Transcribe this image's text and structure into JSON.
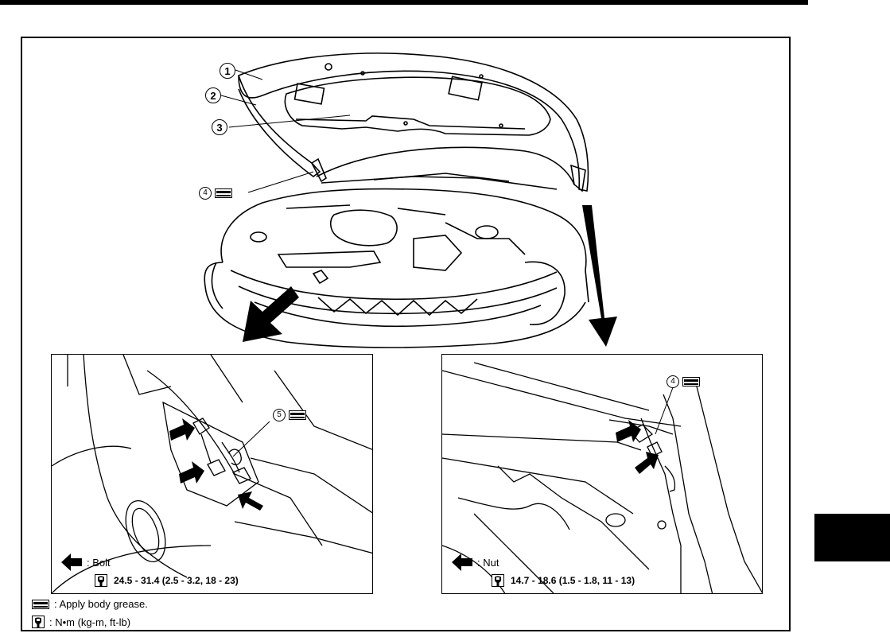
{
  "callouts": {
    "c1": "1",
    "c2": "2",
    "c3": "3",
    "c4_main": "4",
    "c5": "5",
    "c4_right": "4"
  },
  "left_panel": {
    "legend_label": ": Bolt",
    "torque": "24.5 - 31.4 (2.5 - 3.2, 18 - 23)"
  },
  "right_panel": {
    "legend_label": ": Nut",
    "torque": "14.7 - 18.6 (1.5 - 1.8, 11 - 13)"
  },
  "legend": {
    "grease": ": Apply body grease.",
    "units": ":  N•m  (kg-m, ft-lb)"
  },
  "icons": {
    "grease": "grease-icon",
    "wrench": "torque-wrench-icon",
    "arrow": "fastener-arrow-icon"
  }
}
